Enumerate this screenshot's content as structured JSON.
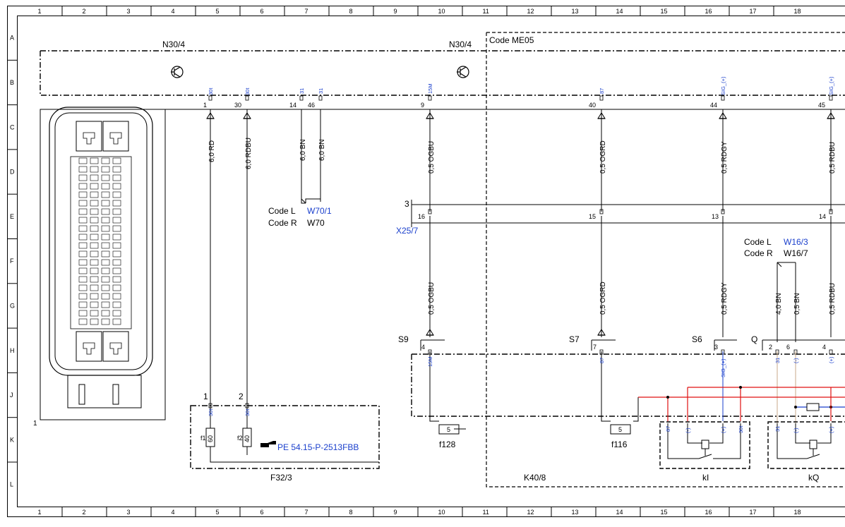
{
  "grid": {
    "columns": [
      "1",
      "2",
      "3",
      "4",
      "5",
      "6",
      "7",
      "8",
      "9",
      "10",
      "11",
      "12",
      "13",
      "14",
      "15",
      "16",
      "17",
      "18"
    ],
    "rows": [
      "A",
      "B",
      "C",
      "D",
      "E",
      "F",
      "G",
      "H",
      "J",
      "K",
      "L"
    ]
  },
  "labels": {
    "n30_left": "N30/4",
    "n30_right": "N30/4",
    "code_me05": "Code ME05",
    "x25": "X25/7",
    "x25_num": "3",
    "f32": "F32/3",
    "k40": "K40/8",
    "f128": "f128",
    "f116": "f116",
    "kl": "kI",
    "kq": "kQ",
    "pe_ref": "PE 54.15-P-2513FBB",
    "code_l_1": "Code L",
    "code_l_1_val": "W70/1",
    "code_r_1": "Code R",
    "code_r_1_val": "W70",
    "code_l_2": "Code L",
    "code_l_2_val": "W16/3",
    "code_r_2": "Code R",
    "code_r_2_val": "W16/7",
    "conn_num": "1",
    "s9": "S9",
    "s7": "S7",
    "s6": "S6",
    "q": "Q",
    "fuse1_num": "1",
    "fuse2_num": "2",
    "f1": "f1",
    "f2": "f2",
    "f1_val": "60",
    "f2_val": "40",
    "fuse_small": "5"
  },
  "pins": {
    "p1": "1",
    "p30": "30",
    "p14": "14",
    "p46": "46",
    "p9": "9",
    "p40": "40",
    "p44": "44",
    "p45": "45",
    "x16": "16",
    "x15": "15",
    "x13": "13",
    "x14": "14",
    "s9p": "4",
    "s7p": "7",
    "s6p": "3",
    "q2": "2",
    "q6": "6",
    "q4": "4"
  },
  "signals": {
    "t30_1": "30t",
    "t30_2": "30t",
    "t31_1": "31",
    "t31_2": "31",
    "t15m": "15M",
    "t87": "87",
    "sig1": "SIG_(+)",
    "sig2": "SIG_(+)",
    "b15m": "15M",
    "b87": "87",
    "bsig": "SIG_(+)",
    "b31": "31",
    "bminus": "(-)",
    "bplus": "(+)",
    "r87": "87",
    "rminus": "(-)",
    "rplus": "(+)",
    "r30t": "30t",
    "q31": "31",
    "qminus": "(-)",
    "qplus": "(+)",
    "fz30a": "30t",
    "fz30b": "30t"
  },
  "wires": {
    "w1": "6,0 RD",
    "w2": "6,0 RDBU",
    "w3": "6,0 BN",
    "w4": "6,0 BN",
    "w5": "0,5 OGBU",
    "w6": "0,5 OGRD",
    "w7": "0,5 RDGY",
    "w8": "0,5 RDBU",
    "w9": "0,5 OGBU",
    "w10": "0,5 OGRD",
    "w11": "0,5 RDGY",
    "w12": "4,0 BN",
    "w13": "0,5 BN",
    "w14": "0,5 RDBU"
  },
  "colors": {
    "red_wire": "#e01010",
    "blue_wire": "#1a3fcc",
    "tan_wire": "#c8a888",
    "link_blue": "#1a3fcc"
  },
  "icons": [
    "transistor-icon",
    "connector-block-icon",
    "relay-icon",
    "fuse-icon",
    "pointing-hand-icon"
  ]
}
